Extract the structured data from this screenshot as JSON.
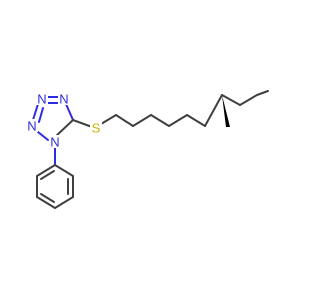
{
  "molecule": {
    "atoms": {
      "n1": {
        "symbol": "N",
        "color": "#2c2ce0"
      },
      "n2": {
        "symbol": "N",
        "color": "#2c2ce0"
      },
      "n3": {
        "symbol": "N",
        "color": "#2c2ce0"
      },
      "n4": {
        "symbol": "N",
        "color": "#2c2ce0"
      },
      "s": {
        "symbol": "S",
        "color": "#c8b400"
      }
    },
    "stereo_bond": "wedge",
    "colors": {
      "carbon_bond": "#404040",
      "nitrogen": "#2c2ce0",
      "sulfur": "#c8b400"
    }
  }
}
